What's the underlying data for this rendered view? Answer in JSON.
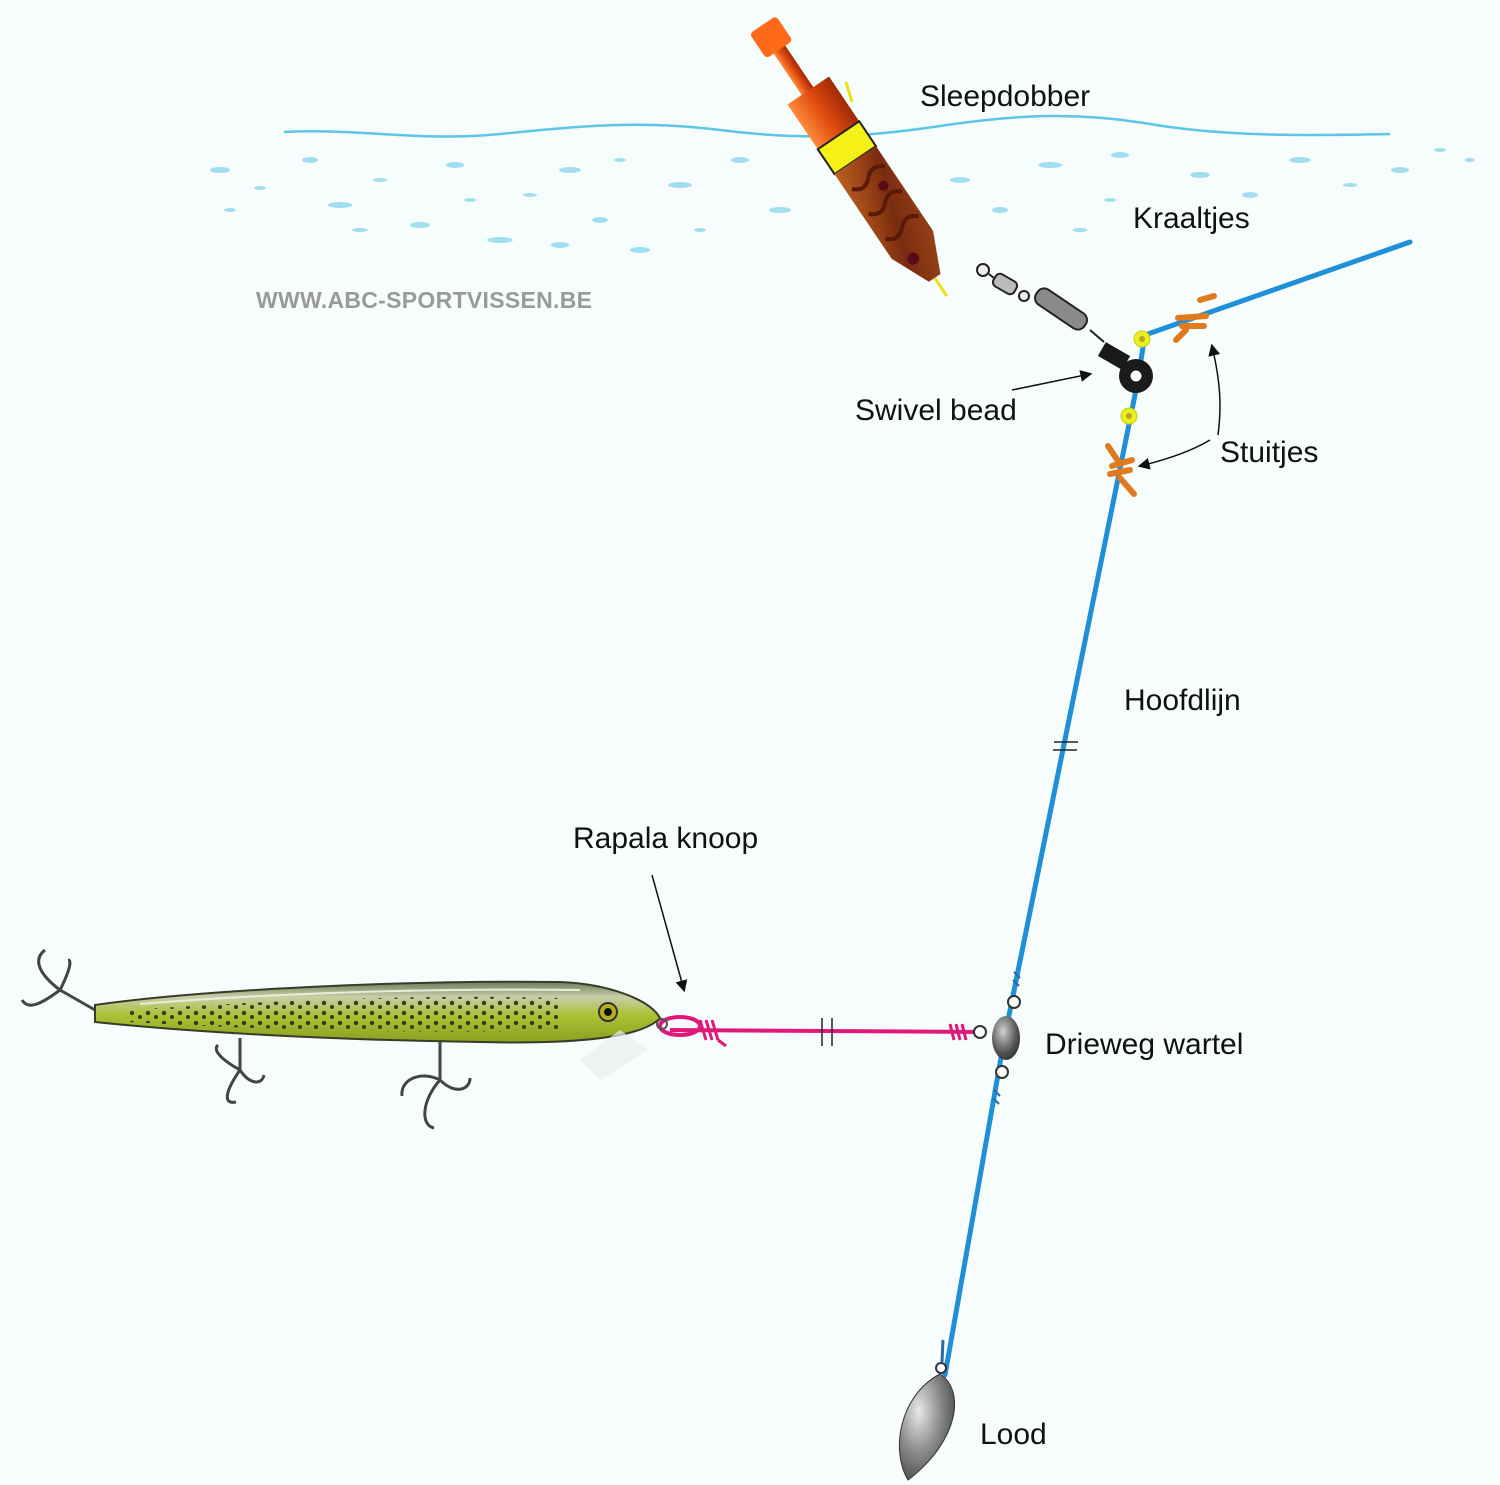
{
  "watermark": "WWW.ABC-SPORTVISSEN.BE",
  "labels": {
    "sleepdobber": "Sleepdobber",
    "kraaltjes": "Kraaltjes",
    "swivel_bead": "Swivel bead",
    "stuitjes": "Stuitjes",
    "hoofdlijn": "Hoofdlijn",
    "rapala_knoop": "Rapala knoop",
    "drieweg_wartel": "Drieweg wartel",
    "lood": "Lood"
  },
  "colors": {
    "main_line": "#1f8fd6",
    "leader_line": "#e0187a",
    "stopper_knot": "#e07a1c",
    "bead": "#e8f020",
    "water": "#5cc6e6",
    "float_body": "#8a3a12",
    "float_top": "#ff6a1a",
    "float_band": "#f4f018",
    "sinker": "#555555",
    "lure_body": "#a8c030"
  },
  "icons": {
    "float": "trolling-float-icon",
    "swivel_bead": "swivel-bead-icon",
    "three_way_swivel": "three-way-swivel-icon",
    "lure": "minnow-lure-icon",
    "sinker": "lead-sinker-icon"
  }
}
